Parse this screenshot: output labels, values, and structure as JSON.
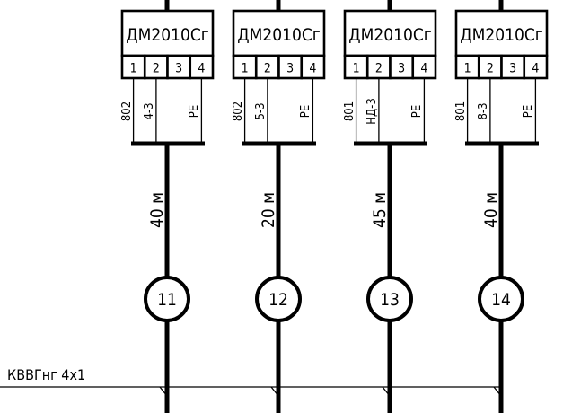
{
  "cable_label": "КВВГнг 4х1",
  "columns": [
    {
      "device": "ДМ2010Сг",
      "terminals": [
        "1",
        "2",
        "3",
        "4"
      ],
      "wires": [
        "802",
        "4-3",
        "PE"
      ],
      "length": "40 м",
      "node": "11"
    },
    {
      "device": "ДМ2010Сг",
      "terminals": [
        "1",
        "2",
        "3",
        "4"
      ],
      "wires": [
        "802",
        "5-3",
        "PE"
      ],
      "length": "20 м",
      "node": "12"
    },
    {
      "device": "ДМ2010Сг",
      "terminals": [
        "1",
        "2",
        "3",
        "4"
      ],
      "wires": [
        "801",
        "НД-3",
        "PE"
      ],
      "length": "45 м",
      "node": "13"
    },
    {
      "device": "ДМ2010Сг",
      "terminals": [
        "1",
        "2",
        "3",
        "4"
      ],
      "wires": [
        "801",
        "8-3",
        "PE"
      ],
      "length": "40 м",
      "node": "14"
    }
  ]
}
